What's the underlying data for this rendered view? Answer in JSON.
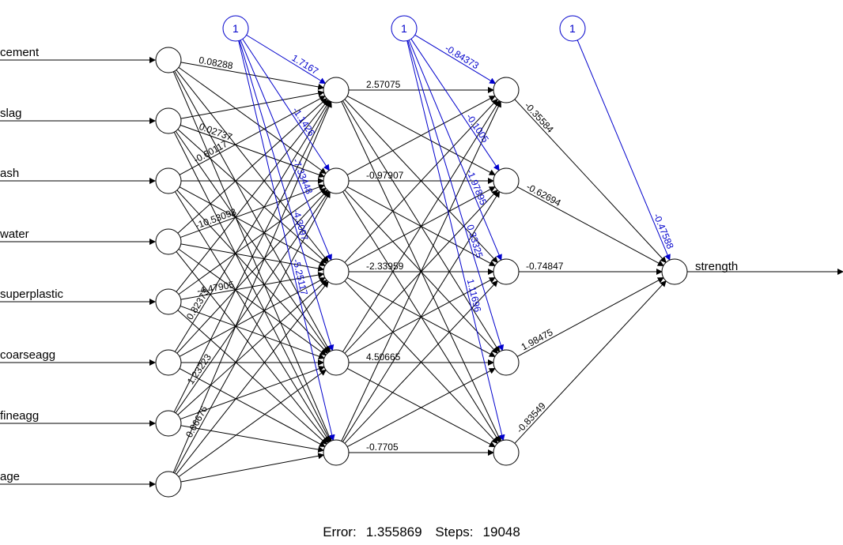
{
  "inputs": [
    "cement",
    "slag",
    "ash",
    "water",
    "superplastic",
    "coarseagg",
    "fineagg",
    "age"
  ],
  "output": "strength",
  "bias_label": "1",
  "footer": {
    "error_label": "Error:",
    "error_value": "1.355869",
    "steps_label": "Steps:",
    "steps_value": "19048"
  },
  "colors": {
    "weights": "#000000",
    "bias": "#0000cc"
  },
  "weights": {
    "input_to_h1": [
      [
        "0.08288",
        "",
        "",
        "",
        "",
        "",
        "",
        ""
      ],
      [
        "",
        "0.02737",
        "",
        "",
        "",
        "",
        "",
        ""
      ],
      [
        "-0.60117",
        "",
        "",
        "",
        "",
        "",
        "",
        ""
      ],
      [
        "",
        "-10.53098",
        "",
        "",
        "",
        "",
        "",
        ""
      ],
      [
        "",
        "",
        "-4.47905",
        "",
        "",
        "",
        "",
        ""
      ],
      [
        "0.82373",
        "",
        "",
        "",
        "",
        "",
        "",
        ""
      ],
      [
        "",
        "1.23223",
        "",
        "",
        "",
        "",
        "",
        ""
      ],
      [
        "",
        "0.06676",
        "",
        "",
        "",
        "",
        "",
        ""
      ]
    ],
    "h1_to_h2": [
      [
        "2.57075",
        "",
        "",
        "",
        ""
      ],
      [
        "",
        "-0.97907",
        "",
        "",
        ""
      ],
      [
        "",
        "",
        "-2.33959",
        "",
        ""
      ],
      [
        "",
        "",
        "",
        "4.50665",
        ""
      ],
      [
        "",
        "",
        "",
        "",
        "-0.7705"
      ]
    ],
    "h2_to_out": [
      "-0.35584",
      "-0.62694",
      "-0.74847",
      "1.98475",
      "-0.83549"
    ],
    "bias_h1": [
      "1.7167",
      "-1.1426",
      "-7.33448",
      "-4.3097",
      "-5.25117"
    ],
    "bias_h2": [
      "-0.84373",
      "-0.1005",
      "-1.97895",
      "0.33325",
      "1.11696"
    ],
    "bias_out": "-0.47588"
  }
}
